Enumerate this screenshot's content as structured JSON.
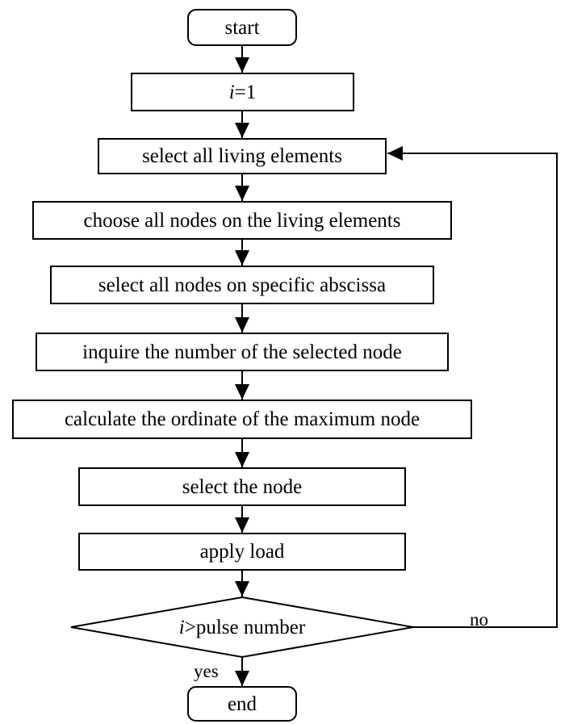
{
  "nodes": {
    "start": "start",
    "init_var": "i",
    "init_rest": "=1",
    "select_living": "select all living elements",
    "choose_nodes": "choose all nodes on the living elements",
    "select_abscissa": "select all nodes on specific abscissa",
    "inquire": "inquire the number of the selected node",
    "calculate": "calculate the ordinate of the maximum node",
    "select_node": "select the node",
    "apply_load": "apply load",
    "decision_var": "i",
    "decision_rest": ">pulse number",
    "end": "end"
  },
  "edges": {
    "no": "no",
    "yes": "yes"
  }
}
